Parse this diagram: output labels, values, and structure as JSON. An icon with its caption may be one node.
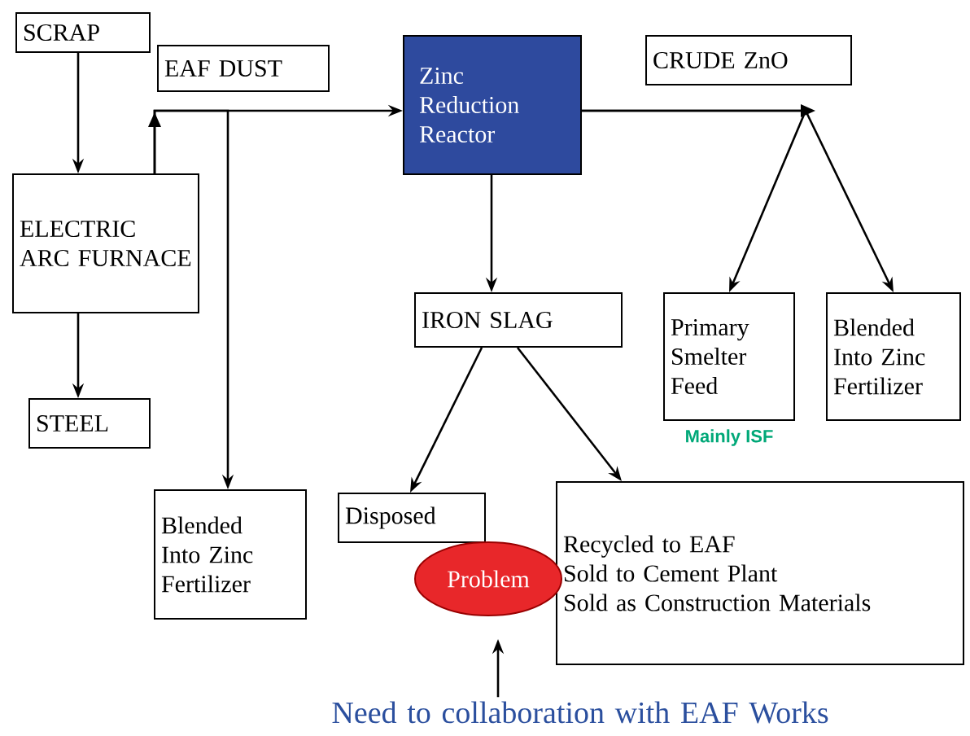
{
  "diagram": {
    "nodes": [
      {
        "text": [
          "SCRAP"
        ]
      },
      {
        "text": [
          "EAF DUST"
        ]
      },
      {
        "text": [
          "Zinc Reduction Reactor"
        ]
      },
      {
        "text": [
          "CRUDE ZnO"
        ]
      },
      {
        "text": [
          "ELECTRIC ARC FURNACE"
        ]
      },
      {
        "text": [
          "STEEL"
        ]
      },
      {
        "text": [
          "IRON SLAG"
        ]
      },
      {
        "text": [
          "Primary Smelter Feed"
        ],
        "beside": [
          "Mainly ISF"
        ]
      },
      {
        "text": [
          "Blended Into Zinc Fertilizer"
        ]
      },
      {
        "text": [
          "Blended Into Zinc Fertilizer"
        ]
      },
      {
        "text": [
          "Disposed"
        ]
      },
      {
        "text": [
          "Recycled to EAF",
          "Sold to Cement Plant",
          "Sold as Construction Materials"
        ]
      },
      {
        "text": [
          "Problem"
        ]
      },
      {
        "text": [
          "Need to collaboration with EAF Works"
        ]
      }
    ],
    "edges": [
      {
        "from": 0,
        "to": 4,
        "arrow": "to"
      },
      {
        "from": 4,
        "to": 5,
        "arrow": "to"
      },
      {
        "from": 4,
        "to": 2,
        "arrow": "to"
      },
      {
        "from": 4,
        "to": 9,
        "arrow": "to"
      },
      {
        "from": 2,
        "to": 6,
        "arrow": "to"
      },
      {
        "from": 2,
        "to": 7,
        "arrow": "to"
      },
      {
        "from": 2,
        "to": 8,
        "arrow": "to"
      },
      {
        "from": 6,
        "to": 10,
        "arrow": "to"
      },
      {
        "from": 6,
        "to": 11,
        "arrow": "to"
      },
      {
        "from": 13,
        "to": 12,
        "arrow": "to"
      }
    ]
  }
}
